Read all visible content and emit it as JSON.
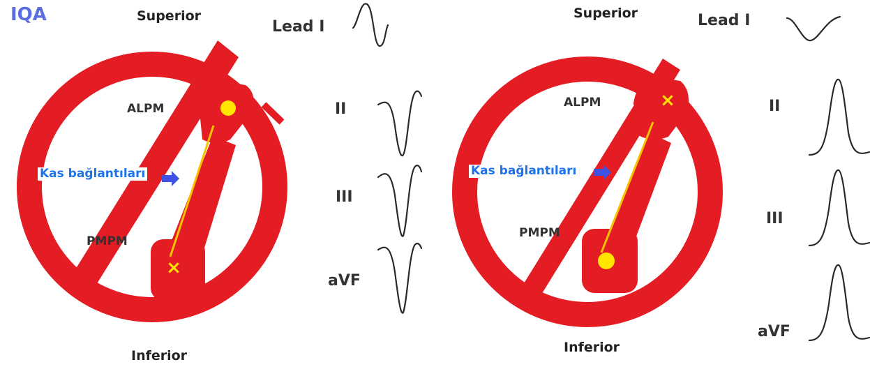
{
  "title": "IQA",
  "panels": [
    {
      "superior": "Superior",
      "inferior": "Inferior",
      "alpm": "ALPM",
      "pmpm": "PMPM",
      "muscle": "Kas bağlantıları",
      "leads": [
        "Lead I",
        "II",
        "III",
        "aVF"
      ]
    },
    {
      "superior": "Superior",
      "inferior": "Inferior",
      "alpm": "ALPM",
      "pmpm": "PMPM",
      "muscle": "Kas bağlantıları",
      "leads": [
        "Lead I",
        "II",
        "III",
        "aVF"
      ]
    }
  ],
  "colors": {
    "ring": "#e41c24",
    "wire": "#f5c400",
    "dot": "#ffe500",
    "arrow": "#3f51e0",
    "wave": "#2a2a2a"
  }
}
